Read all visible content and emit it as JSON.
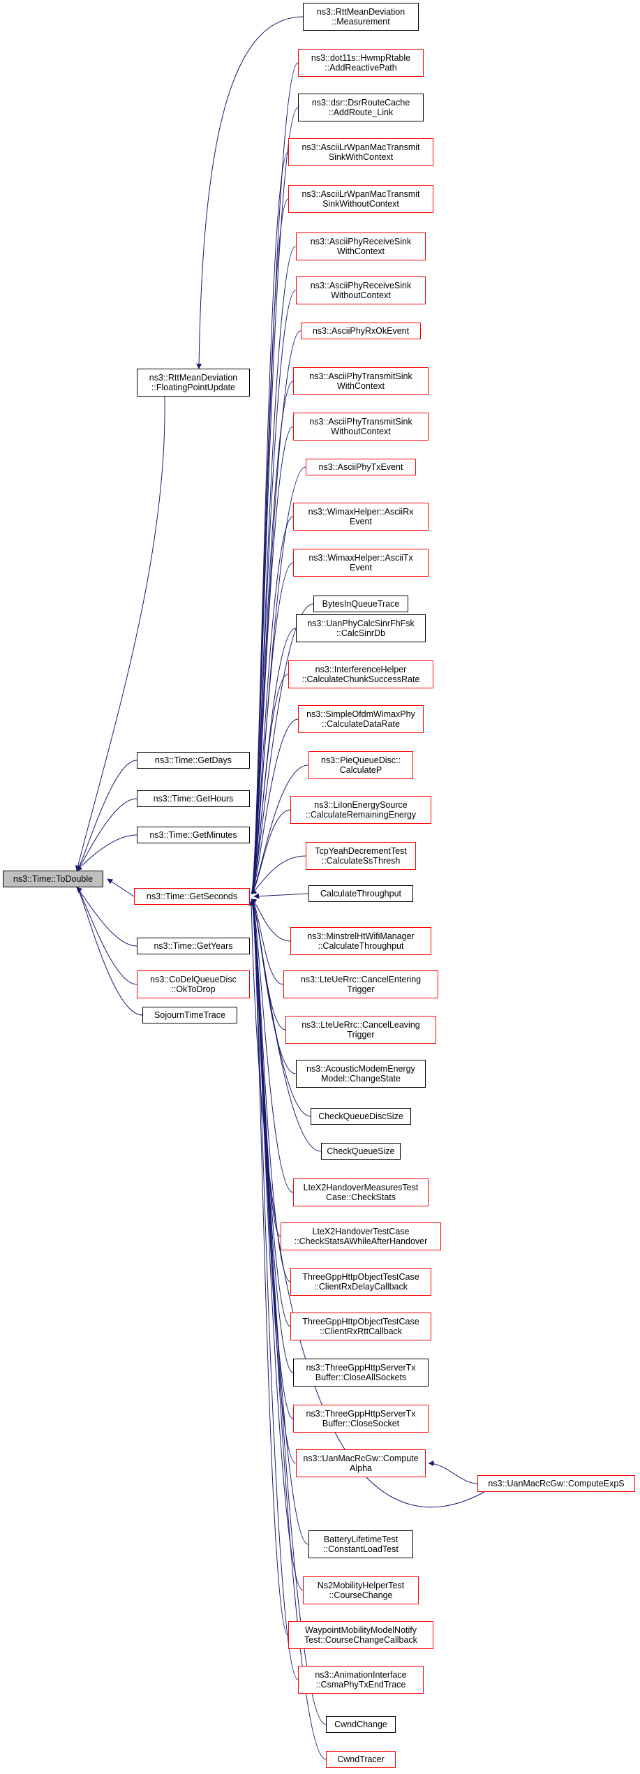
{
  "colors": {
    "edge": "#191970",
    "border_black": "#000000",
    "border_red": "#ff0000",
    "root_fill": "#bfbfbf"
  },
  "root": {
    "name": "root",
    "lines": [
      "ns3::Time::ToDouble"
    ],
    "border": "black"
  },
  "level1": [
    {
      "name": "rtt-floating-point-update",
      "lines": [
        "ns3::RttMeanDeviation",
        "::FloatingPointUpdate"
      ],
      "border": "black"
    },
    {
      "name": "get-days",
      "lines": [
        "ns3::Time::GetDays"
      ],
      "border": "black"
    },
    {
      "name": "get-hours",
      "lines": [
        "ns3::Time::GetHours"
      ],
      "border": "black"
    },
    {
      "name": "get-minutes",
      "lines": [
        "ns3::Time::GetMinutes"
      ],
      "border": "black"
    },
    {
      "name": "get-seconds",
      "lines": [
        "ns3::Time::GetSeconds"
      ],
      "border": "red"
    },
    {
      "name": "get-years",
      "lines": [
        "ns3::Time::GetYears"
      ],
      "border": "black"
    },
    {
      "name": "codel-ok-to-drop",
      "lines": [
        "ns3::CoDelQueueDisc",
        "::OkToDrop"
      ],
      "border": "red"
    },
    {
      "name": "sojourn-time-trace",
      "lines": [
        "SojournTimeTrace"
      ],
      "border": "black"
    }
  ],
  "level2": [
    {
      "name": "rtt-measurement",
      "lines": [
        "ns3::RttMeanDeviation",
        "::Measurement"
      ],
      "border": "black"
    },
    {
      "name": "hwmp-add-reactive-path",
      "lines": [
        "ns3::dot11s::HwmpRtable",
        "::AddReactivePath"
      ],
      "border": "red"
    },
    {
      "name": "dsr-add-route-link",
      "lines": [
        "ns3::dsr::DsrRouteCache",
        "::AddRoute_Link"
      ],
      "border": "black"
    },
    {
      "name": "lr-wpan-transmit-sink-with-context",
      "lines": [
        "ns3::AsciiLrWpanMacTransmit",
        "SinkWithContext"
      ],
      "border": "red"
    },
    {
      "name": "lr-wpan-transmit-sink-without-context",
      "lines": [
        "ns3::AsciiLrWpanMacTransmit",
        "SinkWithoutContext"
      ],
      "border": "red"
    },
    {
      "name": "phy-receive-sink-with-context",
      "lines": [
        "ns3::AsciiPhyReceiveSink",
        "WithContext"
      ],
      "border": "red"
    },
    {
      "name": "phy-receive-sink-without-context",
      "lines": [
        "ns3::AsciiPhyReceiveSink",
        "WithoutContext"
      ],
      "border": "red"
    },
    {
      "name": "phy-rx-ok-event",
      "lines": [
        "ns3::AsciiPhyRxOkEvent"
      ],
      "border": "red"
    },
    {
      "name": "phy-transmit-sink-with-context",
      "lines": [
        "ns3::AsciiPhyTransmitSink",
        "WithContext"
      ],
      "border": "red"
    },
    {
      "name": "phy-transmit-sink-without-context",
      "lines": [
        "ns3::AsciiPhyTransmitSink",
        "WithoutContext"
      ],
      "border": "red"
    },
    {
      "name": "phy-tx-event",
      "lines": [
        "ns3::AsciiPhyTxEvent"
      ],
      "border": "red"
    },
    {
      "name": "wimax-ascii-rx-event",
      "lines": [
        "ns3::WimaxHelper::AsciiRx",
        "Event"
      ],
      "border": "red"
    },
    {
      "name": "wimax-ascii-tx-event",
      "lines": [
        "ns3::WimaxHelper::AsciiTx",
        "Event"
      ],
      "border": "red"
    },
    {
      "name": "bytes-in-queue-trace",
      "lines": [
        "BytesInQueueTrace"
      ],
      "border": "black"
    },
    {
      "name": "uan-calc-sinr-db",
      "lines": [
        "ns3::UanPhyCalcSinrFhFsk",
        "::CalcSinrDb"
      ],
      "border": "black"
    },
    {
      "name": "interference-chunk-success-rate",
      "lines": [
        "ns3::InterferenceHelper",
        "::CalculateChunkSuccessRate"
      ],
      "border": "red"
    },
    {
      "name": "simple-ofdm-data-rate",
      "lines": [
        "ns3::SimpleOfdmWimaxPhy",
        "::CalculateDataRate"
      ],
      "border": "red"
    },
    {
      "name": "pie-calculate-p",
      "lines": [
        "ns3::PieQueueDisc::",
        "CalculateP"
      ],
      "border": "red"
    },
    {
      "name": "li-ion-remaining-energy",
      "lines": [
        "ns3::LiIonEnergySource",
        "::CalculateRemainingEnergy"
      ],
      "border": "red"
    },
    {
      "name": "tcp-yeah-ss-thresh",
      "lines": [
        "TcpYeahDecrementTest",
        "::CalculateSsThresh"
      ],
      "border": "red"
    },
    {
      "name": "calculate-throughput",
      "lines": [
        "CalculateThroughput"
      ],
      "border": "black"
    },
    {
      "name": "minstrel-ht-calculate-throughput",
      "lines": [
        "ns3::MinstrelHtWifiManager",
        "::CalculateThroughput"
      ],
      "border": "red"
    },
    {
      "name": "lte-cancel-entering-trigger",
      "lines": [
        "ns3::LteUeRrc::CancelEntering",
        "Trigger"
      ],
      "border": "red"
    },
    {
      "name": "lte-cancel-leaving-trigger",
      "lines": [
        "ns3::LteUeRrc::CancelLeaving",
        "Trigger"
      ],
      "border": "red"
    },
    {
      "name": "acoustic-modem-change-state",
      "lines": [
        "ns3::AcousticModemEnergy",
        "Model::ChangeState"
      ],
      "border": "black"
    },
    {
      "name": "check-queue-disc-size",
      "lines": [
        "CheckQueueDiscSize"
      ],
      "border": "black"
    },
    {
      "name": "check-queue-size",
      "lines": [
        "CheckQueueSize"
      ],
      "border": "black"
    },
    {
      "name": "lte-x2-check-stats",
      "lines": [
        "LteX2HandoverMeasuresTest",
        "Case::CheckStats"
      ],
      "border": "red"
    },
    {
      "name": "lte-x2-check-stats-after-handover",
      "lines": [
        "LteX2HandoverTestCase",
        "::CheckStatsAWhileAfterHandover"
      ],
      "border": "red"
    },
    {
      "name": "http-client-rx-delay-callback",
      "lines": [
        "ThreeGppHttpObjectTestCase",
        "::ClientRxDelayCallback"
      ],
      "border": "red"
    },
    {
      "name": "http-client-rx-rtt-callback",
      "lines": [
        "ThreeGppHttpObjectTestCase",
        "::ClientRxRttCallback"
      ],
      "border": "red"
    },
    {
      "name": "http-close-all-sockets",
      "lines": [
        "ns3::ThreeGppHttpServerTx",
        "Buffer::CloseAllSockets"
      ],
      "border": "black"
    },
    {
      "name": "http-close-socket",
      "lines": [
        "ns3::ThreeGppHttpServerTx",
        "Buffer::CloseSocket"
      ],
      "border": "red"
    },
    {
      "name": "uan-compute-alpha",
      "lines": [
        "ns3::UanMacRcGw::Compute",
        "Alpha"
      ],
      "border": "red"
    },
    {
      "name": "battery-constant-load-test",
      "lines": [
        "BatteryLifetimeTest",
        "::ConstantLoadTest"
      ],
      "border": "black"
    },
    {
      "name": "ns2-course-change",
      "lines": [
        "Ns2MobilityHelperTest",
        "::CourseChange"
      ],
      "border": "red"
    },
    {
      "name": "waypoint-course-change-callback",
      "lines": [
        "WaypointMobilityModelNotify",
        "Test::CourseChangeCallback"
      ],
      "border": "red"
    },
    {
      "name": "animation-csma-phy-tx-end-trace",
      "lines": [
        "ns3::AnimationInterface",
        "::CsmaPhyTxEndTrace"
      ],
      "border": "red"
    },
    {
      "name": "cwnd-change",
      "lines": [
        "CwndChange"
      ],
      "border": "black"
    },
    {
      "name": "cwnd-tracer",
      "lines": [
        "CwndTracer"
      ],
      "border": "red"
    }
  ],
  "level3": [
    {
      "name": "uan-compute-exp-s",
      "lines": [
        "ns3::UanMacRcGw::ComputeExpS"
      ],
      "border": "red"
    }
  ]
}
